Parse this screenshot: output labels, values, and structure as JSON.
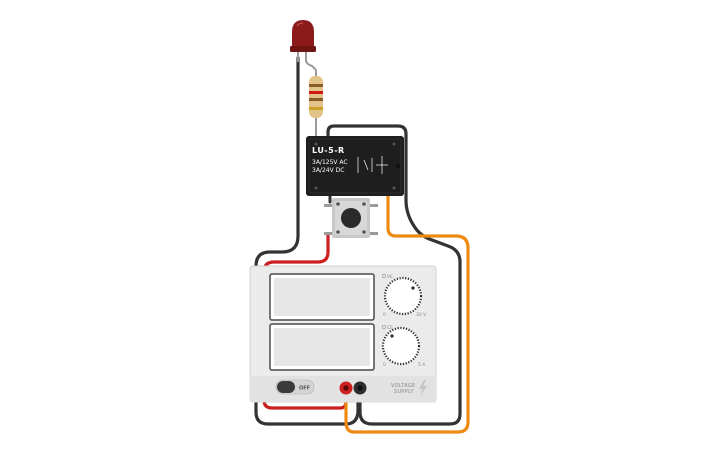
{
  "relay": {
    "model": "LU-5-R",
    "rating_ac": "3A/125V AC",
    "rating_dc": "3A/24V DC"
  },
  "power_supply": {
    "voltage_knob": {
      "indicator": "VE",
      "min": "0",
      "max": "30 V"
    },
    "current_knob": {
      "indicator": "CE",
      "min": "0",
      "max": "5 A"
    },
    "switch_label": "OFF",
    "brand_line1": "VOLTAGE",
    "brand_line2": "SUPPLY"
  },
  "colors": {
    "wire_black": "#333333",
    "wire_red": "#cc1f1f",
    "wire_orange": "#ee8a12",
    "led_red": "#8b1a1a",
    "relay_body": "#1e1e1e",
    "psu_body": "#ebebeb"
  },
  "icons": {
    "power_bolt": "bolt-icon"
  }
}
